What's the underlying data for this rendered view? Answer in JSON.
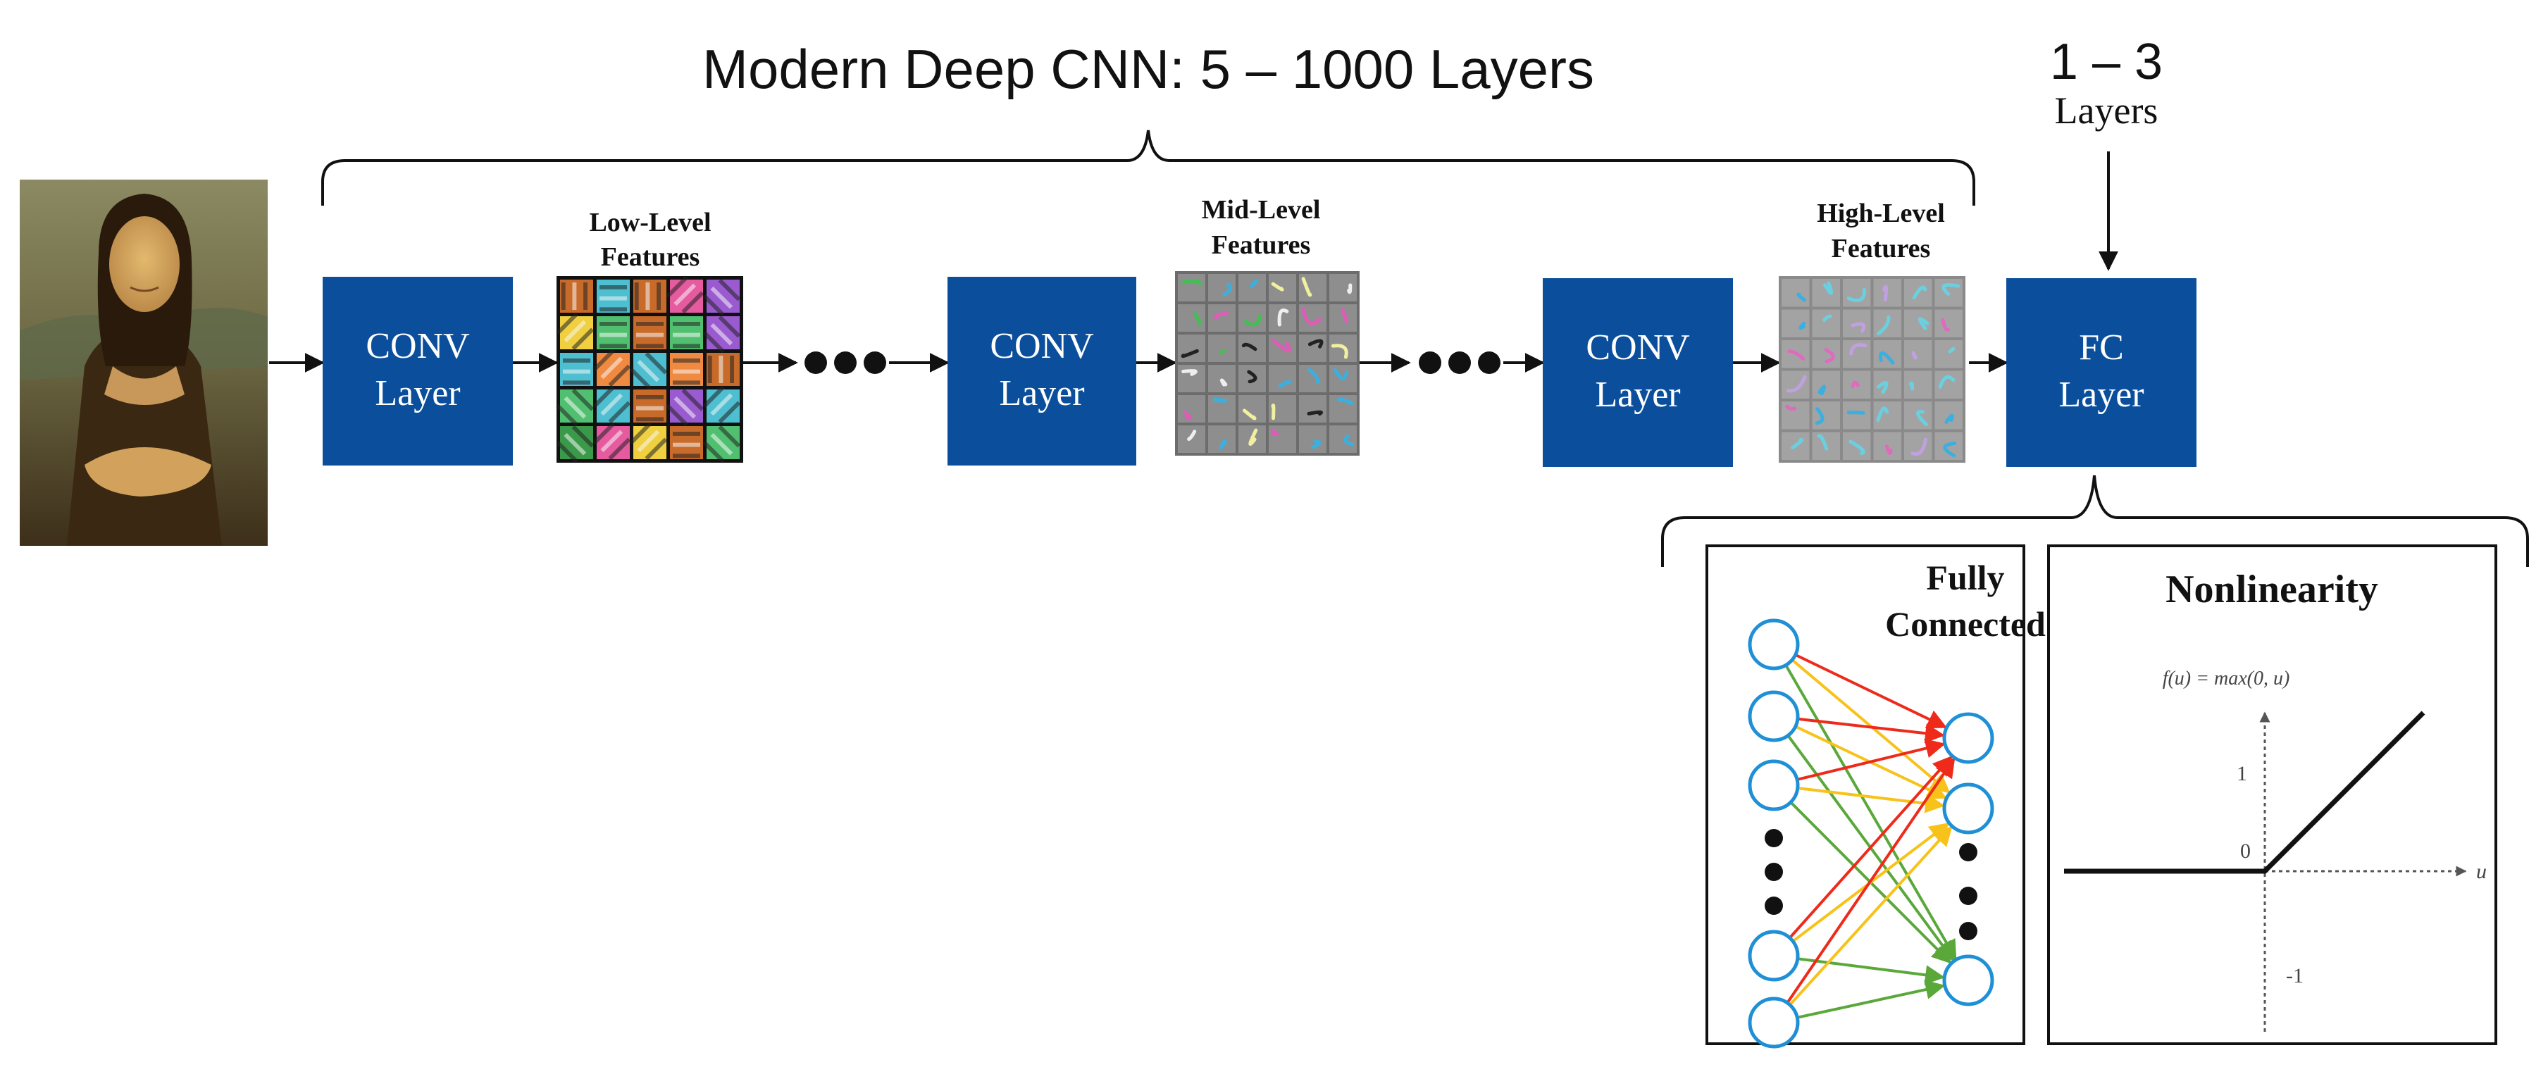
{
  "title": "Modern Deep CNN: 5 – 1000 Layers",
  "fc_count": {
    "number": "1 – 3",
    "unit": "Layers"
  },
  "blocks": {
    "conv1": {
      "line1": "CONV",
      "line2": "Layer"
    },
    "conv2": {
      "line1": "CONV",
      "line2": "Layer"
    },
    "conv3": {
      "line1": "CONV",
      "line2": "Layer"
    },
    "fc": {
      "line1": "FC",
      "line2": "Layer"
    }
  },
  "features": {
    "low": {
      "line1": "Low-Level",
      "line2": "Features"
    },
    "mid": {
      "line1": "Mid-Level",
      "line2": "Features"
    },
    "high": {
      "line1": "High-Level",
      "line2": "Features"
    }
  },
  "fully_connected": {
    "line1": "Fully",
    "line2": "Connected"
  },
  "nonlinearity": {
    "title": "Nonlinearity",
    "formula": "f(u) = max(0, u)",
    "tick_1": "1",
    "tick_0": "0",
    "tick_neg1": "-1",
    "axis_u": "u"
  },
  "colors": {
    "block_blue": "#0b4f9c",
    "neuron_blue": "#1f8fd6",
    "arrow_red": "#ee2a1b",
    "arrow_yellow": "#f7c21a",
    "arrow_green": "#5aa83a",
    "frame": "#222222"
  },
  "icons": {
    "input_image": "mona-lisa-portrait",
    "low_features": "low-level-filter-grid",
    "mid_features": "mid-level-filter-grid",
    "high_features": "high-level-filter-grid"
  }
}
